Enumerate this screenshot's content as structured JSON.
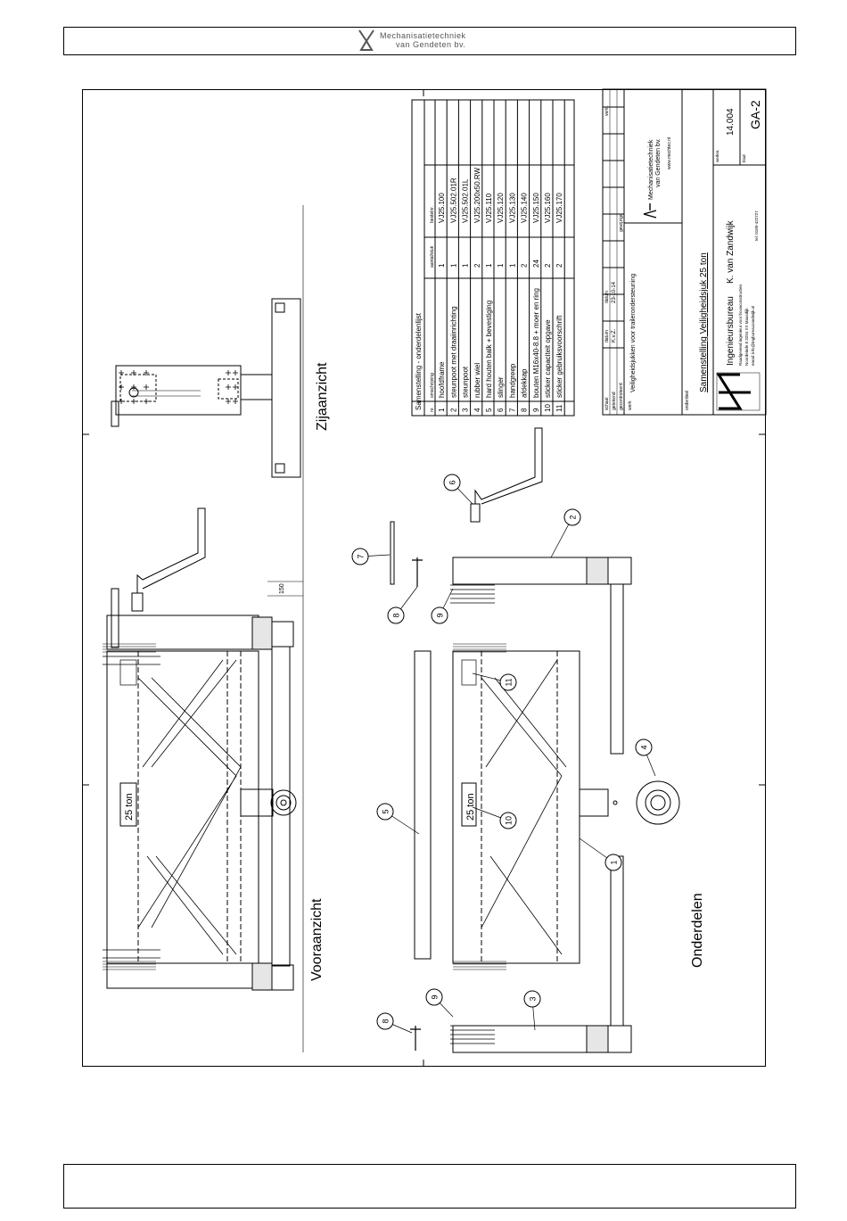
{
  "header": {
    "company_line1": "Mechanisatietechniek",
    "company_line2": "van Gendeten bv."
  },
  "drawing": {
    "view_front": "Vooraanzicht",
    "view_side": "Zijaanzicht",
    "view_parts": "Onderdelen",
    "dimension_150": "150",
    "label_25ton": "25 ton"
  },
  "parts_list": {
    "title": "Samenstelling - onderdelenlijst",
    "columns": [
      "nr.",
      "omschrijving",
      "aantal/stuk",
      "bestelnr."
    ],
    "rows": [
      [
        "1",
        "hoofdframe",
        "1",
        "VJ25.100"
      ],
      [
        "2",
        "steunpoot met draaiinrichting",
        "1",
        "VJ25.502.01R"
      ],
      [
        "3",
        "steunpoot",
        "1",
        "VJ25.502.01L"
      ],
      [
        "4",
        "rubber wiel",
        "2",
        "VJ25.200x50.RW"
      ],
      [
        "5",
        "hard houten balk + bevestiging",
        "1",
        "VJ25.110"
      ],
      [
        "6",
        "slinger",
        "1",
        "VJ25.120"
      ],
      [
        "7",
        "handgreep",
        "1",
        "VJ25.130"
      ],
      [
        "8",
        "afdekkap",
        "2",
        "VJ25.140"
      ],
      [
        "9",
        "bouten M16x40-8.8 + moer en ring",
        "24",
        "VJ25.150"
      ],
      [
        "10",
        "sticker capaciteit opgave",
        "2",
        "VJ25.160"
      ],
      [
        "11",
        "sticker gebruiksvoorschrift",
        "2",
        "VJ25.170"
      ]
    ]
  },
  "title_block": {
    "small_labels": [
      "schaal",
      "getekend",
      "gecontroleerd",
      "datum",
      "datum",
      "verkl.",
      "gewijzigd"
    ],
    "drawn_by": "K.v.Z.",
    "date": "23-10-14",
    "werk_label": "werk",
    "werk": "Veiligheidsjukken voor trailerondersteuning",
    "company_line1": "Mechanisatietechniek",
    "company_line2": "van Gendeten bv.",
    "website": "www.mechtec.nl",
    "onderdeel_label": "onderdeel",
    "subject": "Samenstelling Veiligheidsjuk 25 ton",
    "bureau": "Ingenieursbureau",
    "engineer": "K. van Zandwijk",
    "bureau_sub1": "Raadgevend ingenieur voor bouwconstructies",
    "bureau_sub2": "Noordeinde 8 3294 XX Maasdijk",
    "bureau_sub3": "email: info@ingbureauzandwijk.nl",
    "telephone": "tel. 0180-422727",
    "project_label": "werknr.",
    "project_no": "14.004",
    "sheet_label": "blad",
    "sheet_no": "GA-2"
  },
  "balloons": [
    "1",
    "2",
    "3",
    "4",
    "5",
    "6",
    "7",
    "8",
    "9",
    "10",
    "11"
  ]
}
